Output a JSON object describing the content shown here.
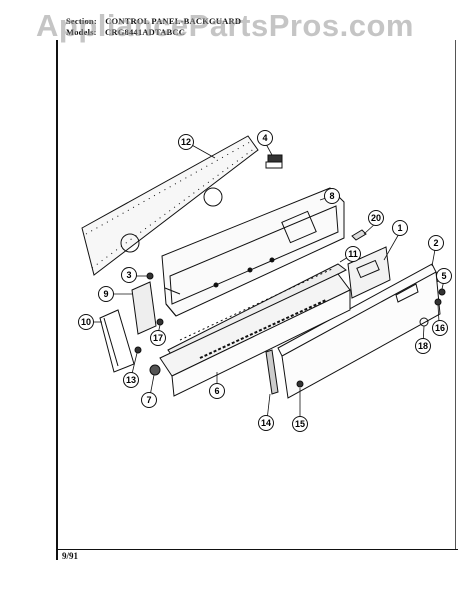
{
  "header": {
    "section_label": "Section:",
    "section_value": "CONTROL PANEL-BACKGUARD",
    "models_label": "Models:",
    "models_value": "CRG8441ADTABCC"
  },
  "watermark": "AppliancePartsPros.com",
  "footer": {
    "date": "9/91"
  },
  "callouts": [
    "12",
    "4",
    "8",
    "20",
    "1",
    "2",
    "3",
    "9",
    "11",
    "5",
    "10",
    "17",
    "16",
    "18",
    "13",
    "6",
    "7",
    "14",
    "15"
  ]
}
